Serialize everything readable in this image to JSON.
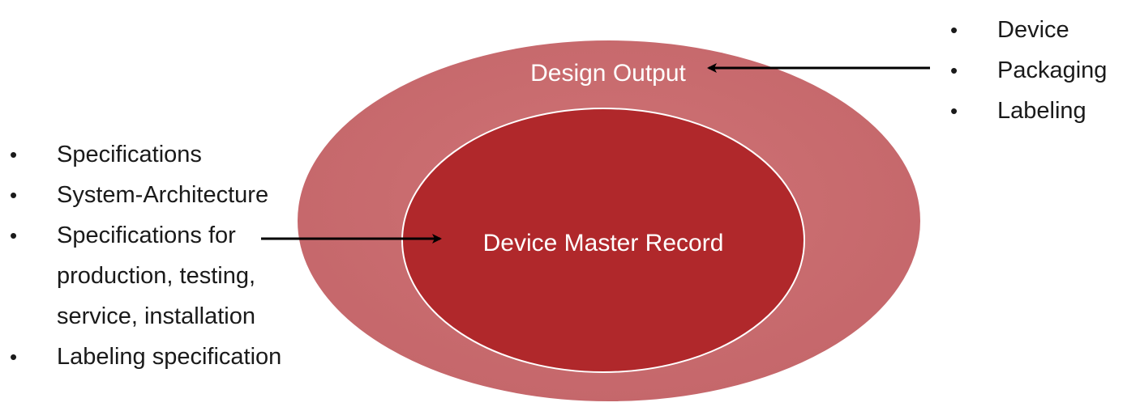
{
  "outer": {
    "label": "Design Output",
    "fill": "#c96a6c",
    "stroke": "#ffffff"
  },
  "inner": {
    "label": "Device Master Record",
    "fill": "#b0282b",
    "stroke": "#ffffff"
  },
  "left_list": {
    "items": [
      "Specifications",
      "System-Architecture",
      "Specifications for production, testing, service, installation",
      "Labeling specification"
    ]
  },
  "right_list": {
    "items": [
      "Device",
      "Packaging",
      "Labeling"
    ]
  },
  "arrow_color": "#000000"
}
